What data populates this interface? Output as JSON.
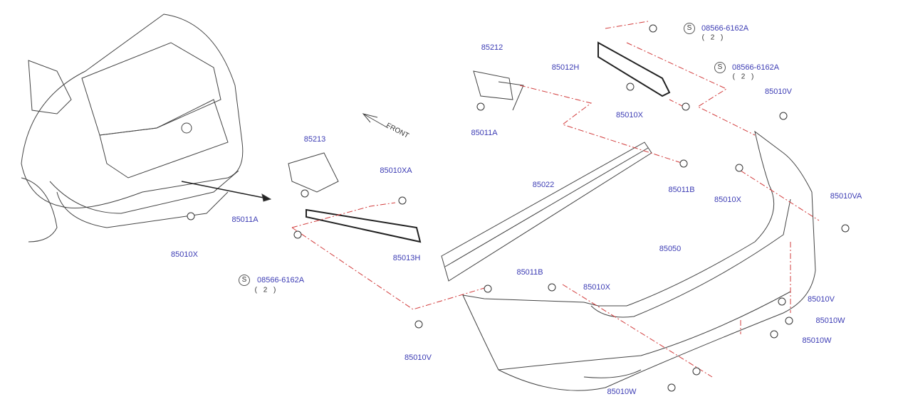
{
  "diagram": {
    "front_label": "FRONT",
    "std_mark": "S",
    "parts": [
      {
        "id": "p1",
        "number": "85212"
      },
      {
        "id": "p2",
        "number": "85012H"
      },
      {
        "id": "p3",
        "number": "08566-6162A",
        "qty": "( 2 )",
        "std": true
      },
      {
        "id": "p4",
        "number": "08566-6162A",
        "qty": "( 2 )",
        "std": true
      },
      {
        "id": "p5",
        "number": "85010V"
      },
      {
        "id": "p6",
        "number": "85010X"
      },
      {
        "id": "p7",
        "number": "85011A"
      },
      {
        "id": "p8",
        "number": "85213"
      },
      {
        "id": "p9",
        "number": "85010XA"
      },
      {
        "id": "p10",
        "number": "85022"
      },
      {
        "id": "p11",
        "number": "85011B"
      },
      {
        "id": "p12",
        "number": "85010X"
      },
      {
        "id": "p13",
        "number": "85010VA"
      },
      {
        "id": "p14",
        "number": "85011A"
      },
      {
        "id": "p15",
        "number": "85010X"
      },
      {
        "id": "p16",
        "number": "85013H"
      },
      {
        "id": "p17",
        "number": "85050"
      },
      {
        "id": "p18",
        "number": "08566-6162A",
        "qty": "( 2 )",
        "std": true
      },
      {
        "id": "p19",
        "number": "85011B"
      },
      {
        "id": "p20",
        "number": "85010X"
      },
      {
        "id": "p21",
        "number": "85010V"
      },
      {
        "id": "p22",
        "number": "85010W"
      },
      {
        "id": "p23",
        "number": "85010W"
      },
      {
        "id": "p24",
        "number": "85010V"
      },
      {
        "id": "p25",
        "number": "85010W"
      }
    ]
  }
}
